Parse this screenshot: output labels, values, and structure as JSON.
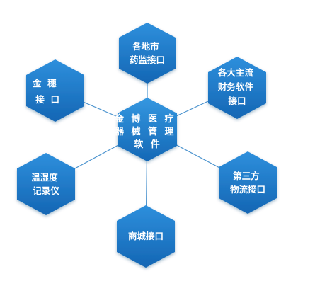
{
  "center": {
    "lines": [
      "金 博 医 疗",
      "器 械 管 理",
      "软 件"
    ]
  },
  "satellites": [
    {
      "id": "drug-regulator",
      "lines": [
        "各地市",
        "药监接口"
      ]
    },
    {
      "id": "finance-software",
      "lines": [
        "各大主流",
        "财务软件",
        "接口"
      ]
    },
    {
      "id": "logistics",
      "lines": [
        "第三方",
        "物流接口"
      ]
    },
    {
      "id": "mall",
      "lines": [
        "商城接口"
      ]
    },
    {
      "id": "hygrometer",
      "lines": [
        "温湿度",
        "记录仪"
      ]
    },
    {
      "id": "jinsui",
      "lines": [
        "金  穗",
        "接  口"
      ]
    }
  ],
  "colors": {
    "hex_top": "#2e8fdc",
    "hex_bottom": "#1466b4",
    "connector": "#4e95cf",
    "text": "#ffffff"
  }
}
